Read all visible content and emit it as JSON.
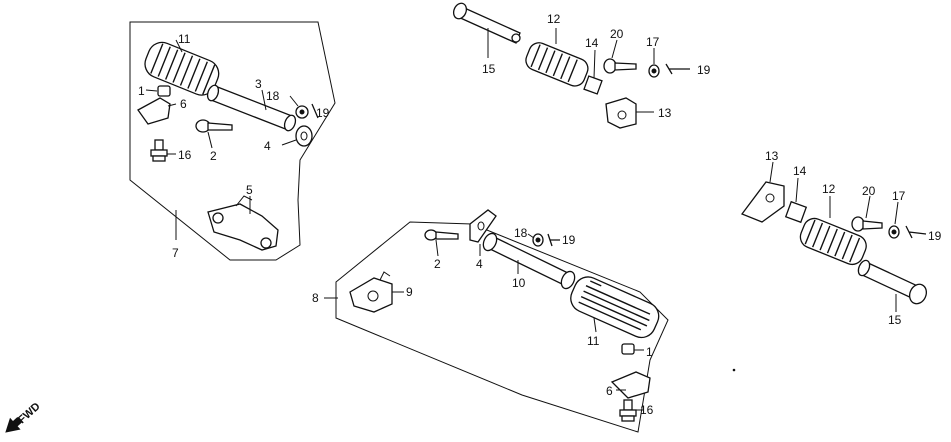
{
  "callouts": {
    "c1a": "1",
    "c1b": "1",
    "c2a": "2",
    "c2b": "2",
    "c3": "3",
    "c4a": "4",
    "c4b": "4",
    "c5": "5",
    "c6a": "6",
    "c6b": "6",
    "c7": "7",
    "c8": "8",
    "c9": "9",
    "c10": "10",
    "c11a": "11",
    "c11b": "11",
    "c12a": "12",
    "c12b": "12",
    "c13a": "13",
    "c13b": "13",
    "c14a": "14",
    "c14b": "14",
    "c15a": "15",
    "c15b": "15",
    "c16a": "16",
    "c16b": "16",
    "c17a": "17",
    "c17b": "17",
    "c18a": "18",
    "c18b": "18",
    "c19a": "19",
    "c19b": "19",
    "c19c": "19",
    "c19d": "19",
    "c20a": "20",
    "c20b": "20"
  },
  "direction_label": "FWD"
}
